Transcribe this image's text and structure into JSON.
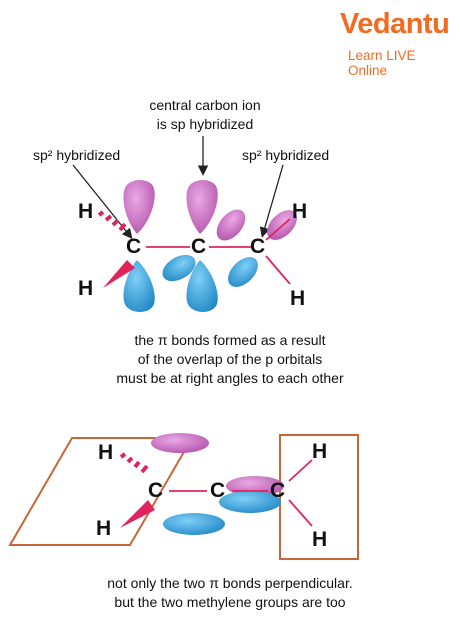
{
  "logo": {
    "brand": "Vedantu",
    "tagline": "Learn LIVE Online",
    "brand_color": "#f26b21"
  },
  "top_diagram": {
    "central_label_line1": "central carbon ion",
    "central_label_line2": "is sp hybridized",
    "left_label": "sp² hybridized",
    "right_label": "sp² hybridized",
    "carbons": [
      "C",
      "C",
      "C"
    ],
    "hydrogens": [
      "H",
      "H",
      "H",
      "H"
    ],
    "caption_line1": "the π bonds formed as a result",
    "caption_line2": "of the overlap of the p orbitals",
    "caption_line3": "must be at right angles to each other"
  },
  "bottom_diagram": {
    "carbons": [
      "C",
      "C",
      "C"
    ],
    "hydrogens": [
      "H",
      "H",
      "H",
      "H"
    ],
    "caption_line1": "not only the two π bonds perpendicular.",
    "caption_line2": "but the two methylene groups are too"
  },
  "colors": {
    "bond": "#e0245e",
    "orbital_pink": "#c060b8",
    "orbital_blue": "#2a9ad8",
    "plane": "#c8653a"
  }
}
